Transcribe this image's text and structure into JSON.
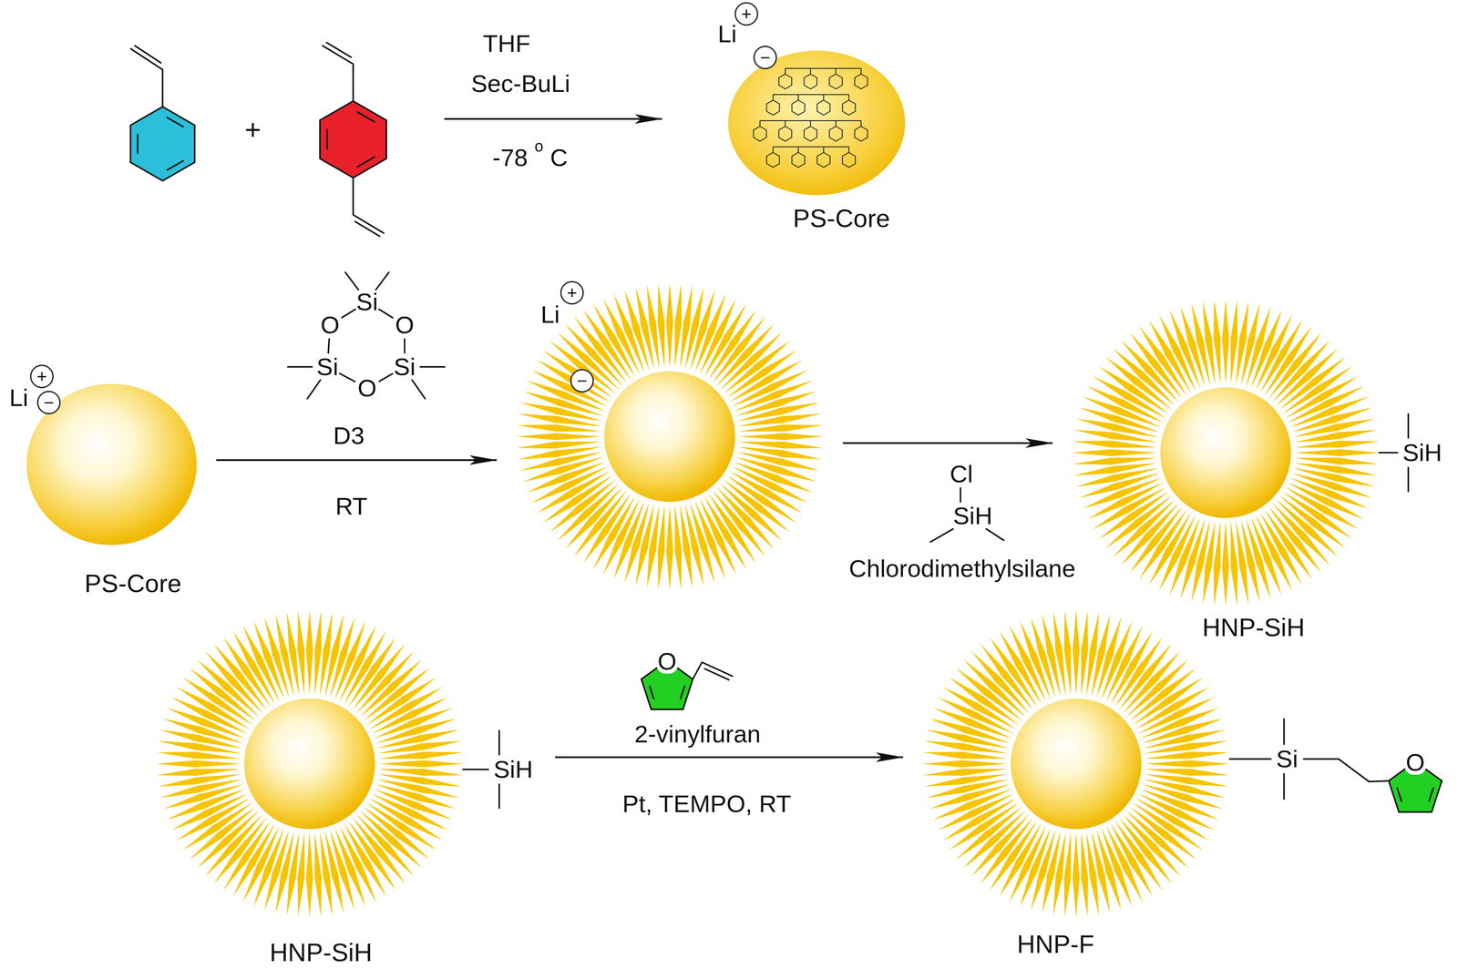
{
  "diagram": {
    "nodes": [
      {
        "text": [
          "Li",
          "+",
          "−",
          "PS-Core"
        ]
      },
      {
        "text": [
          "Li",
          "+",
          "−",
          "PS-Core"
        ]
      },
      {
        "text": [
          "Li",
          "+",
          "−"
        ]
      },
      {
        "text": [
          "SiH",
          "HNP-SiH"
        ]
      },
      {
        "text": [
          "SiH",
          "HNP-SiH"
        ]
      },
      {
        "text": [
          "Si",
          "O",
          "HNP-F"
        ]
      }
    ],
    "edges": [
      {
        "from": 1,
        "to": 2,
        "arrow": "to"
      },
      {
        "from": 2,
        "to": 3,
        "arrow": "to"
      },
      {
        "from": 4,
        "to": 5,
        "arrow": "to"
      }
    ],
    "labels": [
      "THF",
      "Sec-BuLi",
      "-78",
      "o",
      "C",
      "+",
      "Si",
      "O",
      "O",
      "Si",
      "O",
      "Si",
      "D3",
      "RT",
      "Cl",
      "SiH",
      "Chlorodimethylsilane",
      "O",
      "2-vinylfuran",
      "Pt, TEMPO, RT"
    ]
  }
}
